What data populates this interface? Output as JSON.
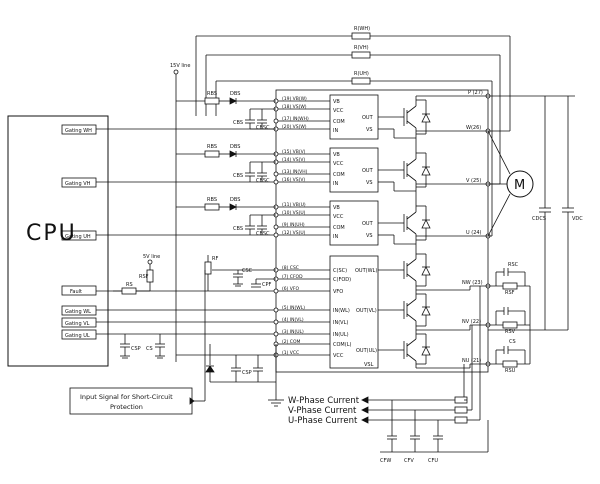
{
  "cpu": {
    "title": "CPU",
    "gating_wh": "Gating WH",
    "gating_vh": "Gating VH",
    "gating_uh": "Gating UH",
    "fault": "Fault",
    "gating_wl": "Gating WL",
    "gating_vl": "Gating VL",
    "gating_ul": "Gating UL"
  },
  "labels": {
    "line15": "15V line",
    "line5": "5V line",
    "motor": "M",
    "input_signal_1": "Input Signal for Short-Circuit",
    "input_signal_2": "Protection",
    "w_phase": "W-Phase Current",
    "v_phase": "V-Phase Current",
    "u_phase": "U-Phase Current",
    "r_wh": "R(WH)",
    "r_vh": "R(VH)",
    "r_uh": "R(UH)",
    "r_bs1": "RBS",
    "d_bs1": "DBS",
    "r_bs2": "RBS",
    "d_bs2": "DBS",
    "r_bs3": "RBS",
    "d_bs3": "DBS",
    "c_dcs": "CDCS",
    "v_dc": "VDC",
    "c_sc": "CSC",
    "r_f": "RF",
    "c_bs": "CBS",
    "r_sf": "RSF",
    "c_bsc": "CBSC",
    "c_pf": "CPF",
    "r_s": "RS",
    "c_s": "CS",
    "r_sc": "RSC",
    "c_sp": "CSP",
    "r_sf2": "RSF",
    "r_sv": "RSV",
    "r_su": "RSU",
    "c_fw": "CFW",
    "c_fv": "CFV",
    "c_fu": "CFU",
    "c_bs2": "CBS",
    "c_bs3": "CBS",
    "c_bsc2": "CBSC",
    "c_bsc3": "CBSC"
  },
  "pins_top": [
    "(19) VB(W)",
    "(18) VS(W)",
    "(17) IN(WH)",
    "(20) VS(W)",
    "(15) VB(V)",
    "(14) VS(V)",
    "(13) IN(VH)",
    "(16) VS(V)",
    "(11) VB(U)",
    "(10) VS(U)",
    "(9) IN(UH)",
    "(12) VS(U)"
  ],
  "pins_bottom": [
    "(8) CSC",
    "(7) CFOD",
    "(6) VFO",
    "(5) IN(WL)",
    "(4) IN(VL)",
    "(3) IN(UL)",
    "(2) COM",
    "(1) VCC"
  ],
  "hvic": {
    "vb": "VB",
    "vcc": "VCC",
    "com": "COM",
    "in": "IN",
    "out": "OUT",
    "vs": "VS"
  },
  "lvic": {
    "csc": "C(SC)",
    "cfod": "C(FOD)",
    "vfo": "VFO",
    "in_wl": "IN(WL)",
    "in_vl": "IN(VL)",
    "in_ul": "IN(UL)",
    "com_l": "COM(L)",
    "vcc": "VCC",
    "out_wl": "OUT(WL)",
    "out_vl": "OUT(VL)",
    "out_ul": "OUT(UL)",
    "vsl": "VSL"
  },
  "pins_right": [
    "P (27)",
    "W(26)",
    "V (25)",
    "U (24)",
    "NW (23)",
    "NV (22)",
    "NU (21)"
  ]
}
